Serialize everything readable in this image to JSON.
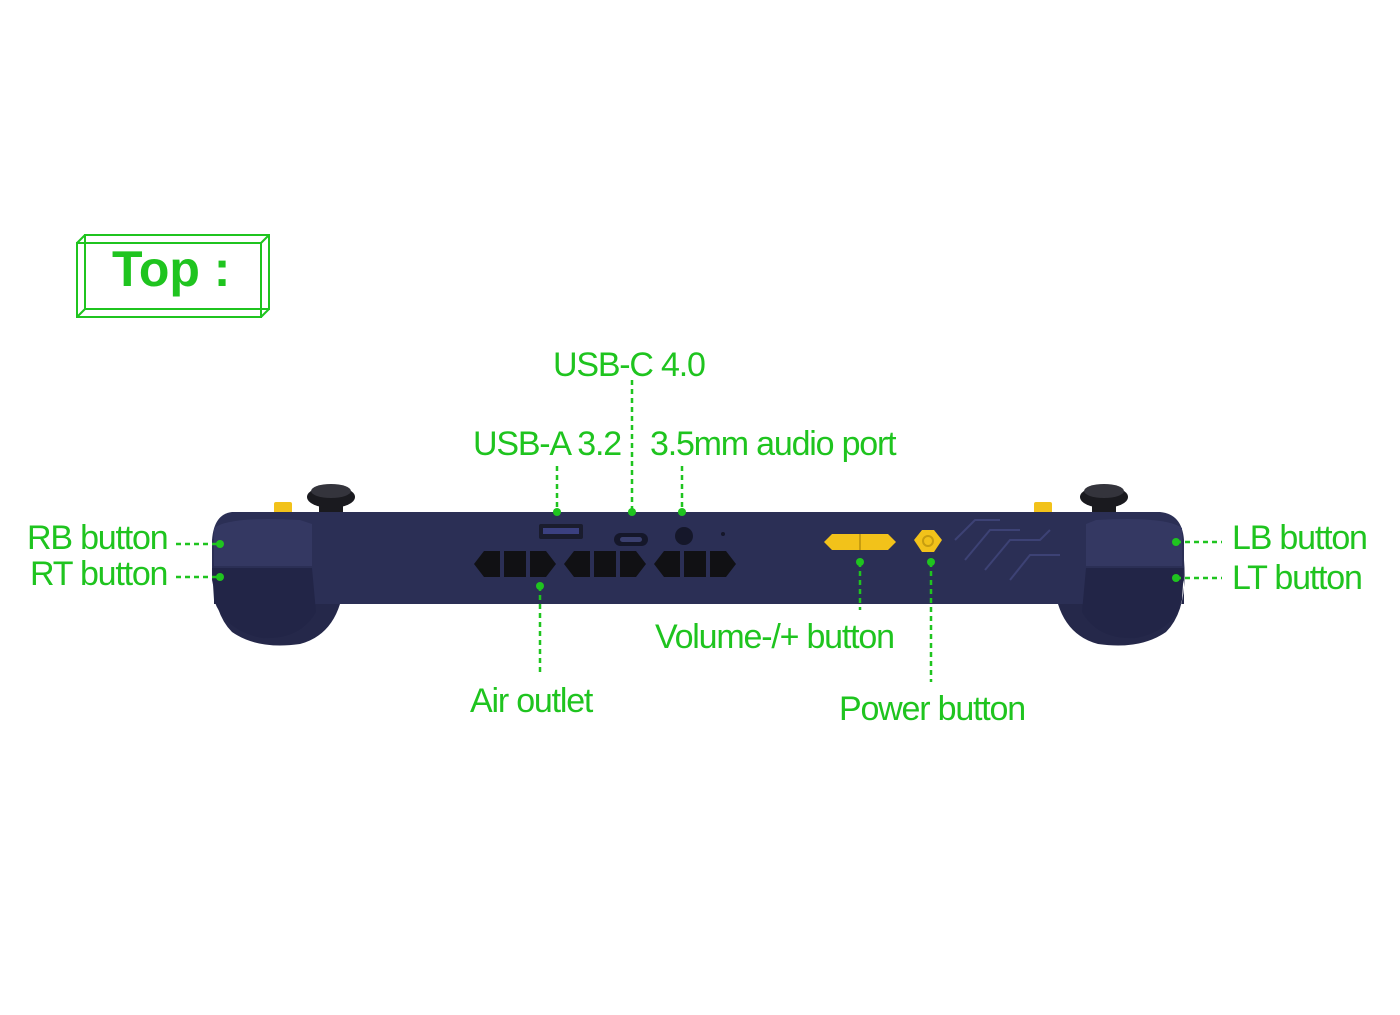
{
  "title": "Top :",
  "labels": {
    "usb_c": "USB-C 4.0",
    "usb_a": "USB-A 3.2",
    "audio": "3.5mm audio port",
    "rb": "RB button",
    "rt": "RT button",
    "lb": "LB button",
    "lt": "LT button",
    "volume": "Volume-/+ button",
    "air_outlet": "Air outlet",
    "power": "Power button"
  },
  "colors": {
    "accent": "#1fc41f",
    "body": "#2b2f55",
    "body_dark": "#1d2042",
    "stick": "#1a1a1f",
    "button_yellow": "#f2c21a"
  }
}
